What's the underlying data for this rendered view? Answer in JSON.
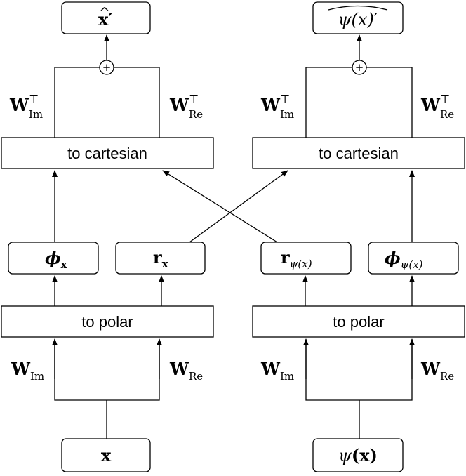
{
  "outputs": {
    "left": {
      "symbol": "x",
      "hat": "^",
      "prime": "′"
    },
    "right": {
      "symbol": "ψ(x)",
      "hat": "^",
      "prime": "′"
    }
  },
  "weights": {
    "W": "W",
    "im": "Im",
    "re": "Re",
    "transpose": "⊤"
  },
  "blocks": {
    "to_cartesian": "to cartesian",
    "to_polar": "to polar"
  },
  "features": {
    "phi": "ϕ",
    "r": "r",
    "x_sub": "x",
    "psi_sub": "ψ(x)"
  },
  "inputs": {
    "left": "x",
    "right_psi": "ψ",
    "right_arg": "(x)"
  },
  "sum_symbol": "+"
}
